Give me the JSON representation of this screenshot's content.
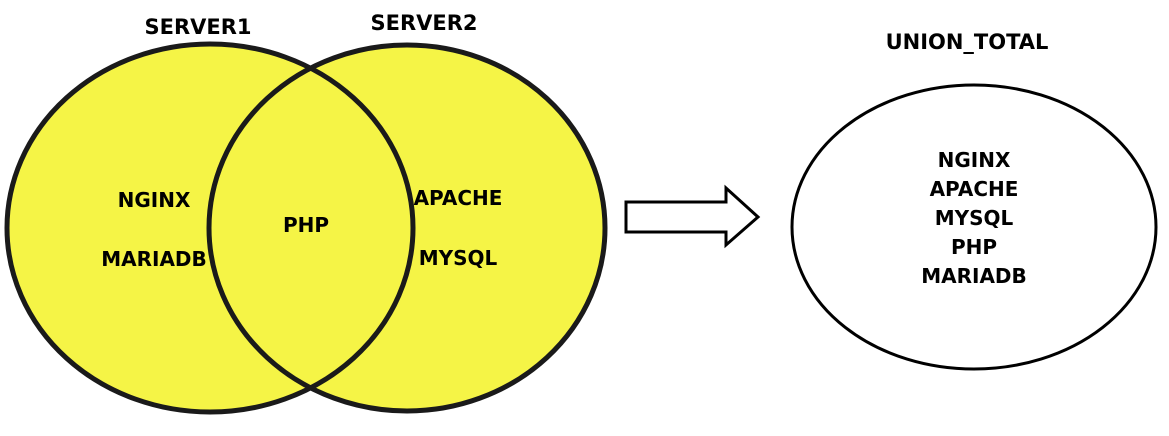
{
  "venn": {
    "left_set": {
      "title": "SERVER1",
      "items": [
        "NGINX",
        "MARIADB"
      ]
    },
    "right_set": {
      "title": "SERVER2",
      "items": [
        "APACHE",
        "MYSQL"
      ]
    },
    "intersection": {
      "items": [
        "PHP"
      ]
    },
    "fill_color": "#f5f446",
    "stroke_color": "#1a1a1a"
  },
  "union": {
    "title": "UNION_TOTAL",
    "items": [
      "NGINX",
      "APACHE",
      "MYSQL",
      "PHP",
      "MARIADB"
    ],
    "fill_color": "#ffffff",
    "stroke_color": "#000000"
  },
  "arrow": {
    "icon": "right-arrow-icon"
  }
}
